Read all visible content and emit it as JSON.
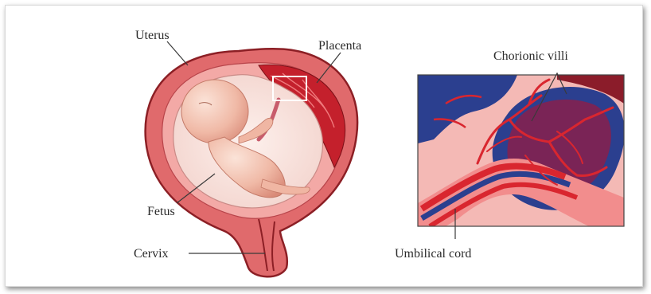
{
  "labels": {
    "uterus": "Uterus",
    "placenta": "Placenta",
    "fetus": "Fetus",
    "cervix": "Cervix",
    "chorionic_villi": "Chorionic villi",
    "umbilical_cord": "Umbilical cord"
  },
  "colors": {
    "uterus_wall": "#e06a6c",
    "uterus_outline": "#8c1f25",
    "amniotic_fluid": "#f7dcd8",
    "fetus_skin": "#f2c2b0",
    "placenta": "#c4202c",
    "vein_blue": "#2b3f8f",
    "artery_red": "#d9262f",
    "tissue_pink": "#f2b3b0"
  }
}
